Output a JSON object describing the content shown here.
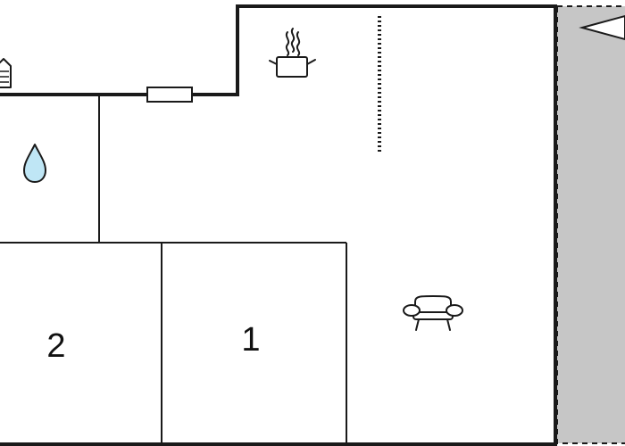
{
  "floor_plan": {
    "rooms": [
      {
        "id": "room-1",
        "label": "1"
      },
      {
        "id": "room-2",
        "label": "2"
      }
    ],
    "icons": {
      "kitchen": "cooking-pot-icon",
      "bathroom": "water-drop-icon",
      "living": "sofa-icon",
      "entrance": "arrow-left-icon",
      "fireplace": "house-stove-icon"
    },
    "colors": {
      "wall": "#1a1a1a",
      "terrace": "#c6c6c6",
      "water_drop": "#bfe6f5"
    }
  }
}
